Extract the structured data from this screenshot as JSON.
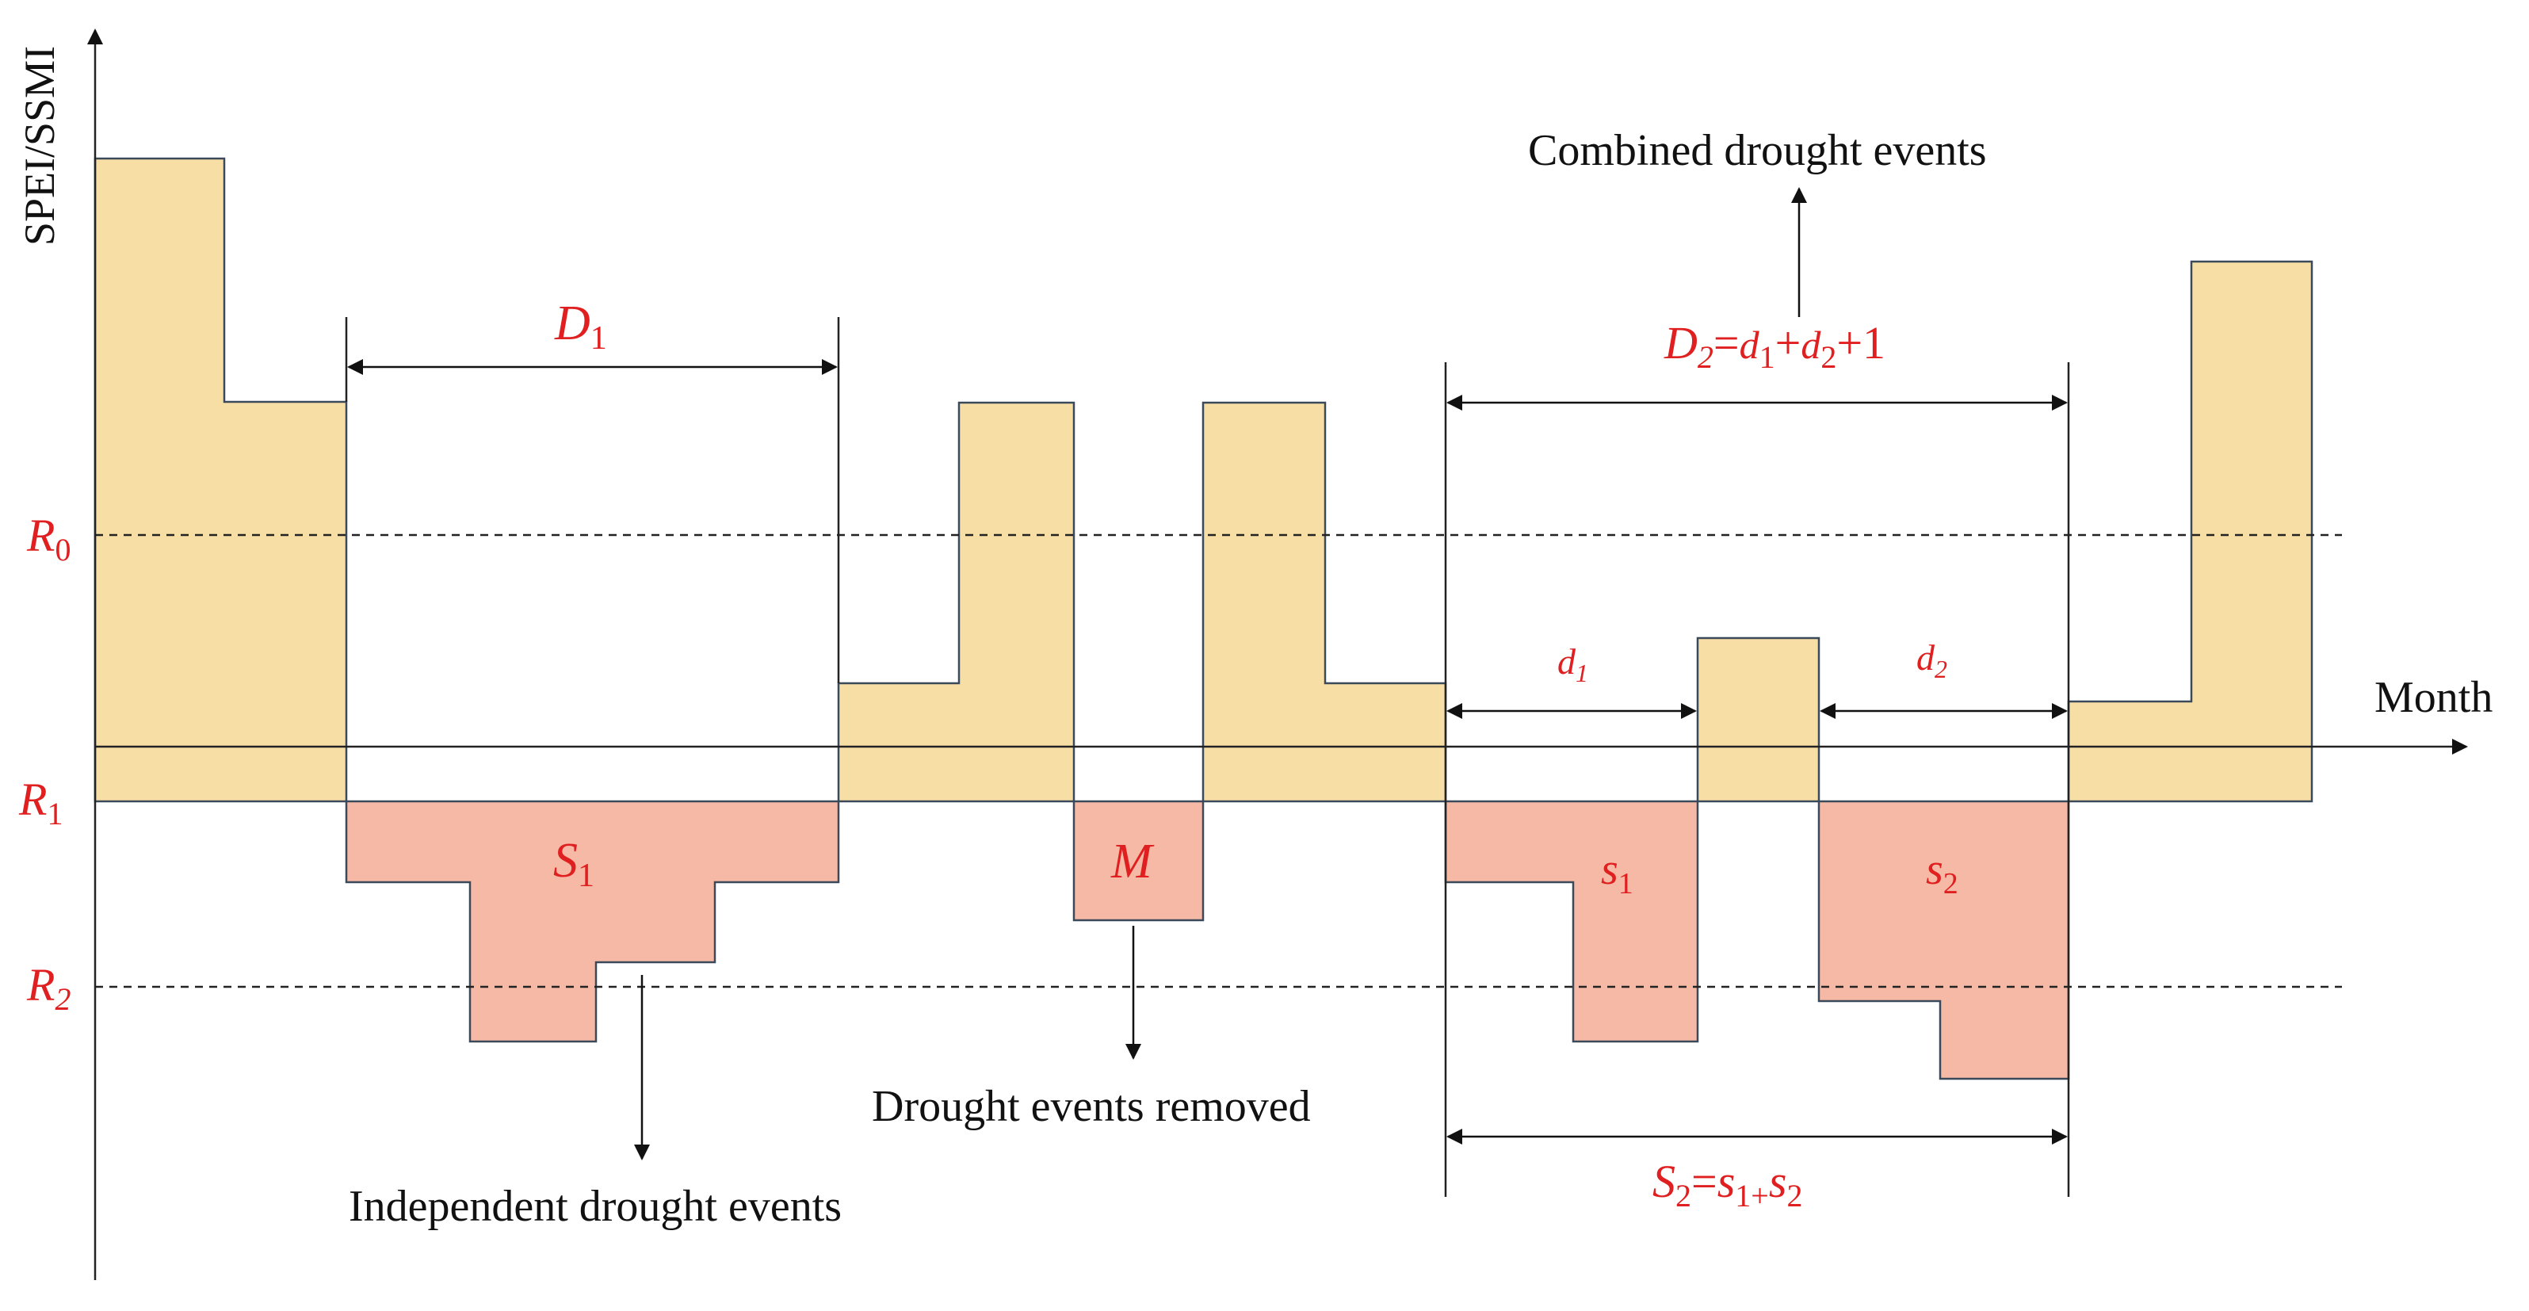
{
  "axes": {
    "y_label": "SPEI/SSMI",
    "x_label": "Month"
  },
  "thresholds": [
    {
      "name": "R",
      "sub": "0"
    },
    {
      "name": "R",
      "sub": "1"
    },
    {
      "name": "R",
      "sub": "2"
    }
  ],
  "dimensions": {
    "D1": {
      "main": "D",
      "sub": "1"
    },
    "D2": {
      "main": "D",
      "sub": "2",
      "rest": "=",
      "d1": "d",
      "d1sub": "1",
      "plus1": "+",
      "d2": "d",
      "d2sub": "2",
      "tail": "+1"
    },
    "d1": {
      "main": "d",
      "sub": "1"
    },
    "d2": {
      "main": "d",
      "sub": "2"
    },
    "S2": {
      "main": "S",
      "sub": "2",
      "eq": "=",
      "s1": "s",
      "s1sub": "1+",
      "s2": "s",
      "s2sub": "2"
    }
  },
  "deficit_labels": {
    "S1": {
      "main": "S",
      "sub": "1"
    },
    "M": "M",
    "s1": {
      "main": "s",
      "sub": "1"
    },
    "s2": {
      "main": "s",
      "sub": "2"
    }
  },
  "annotations": {
    "combined": "Combined drought events",
    "removed": "Drought events removed",
    "independent": "Independent drought events"
  },
  "colors": {
    "surplus_fill": "#f7dea5",
    "deficit_fill": "#f5b9a5",
    "outline": "#3a4a5a",
    "label_red": "#e02020",
    "text": "#111111"
  }
}
